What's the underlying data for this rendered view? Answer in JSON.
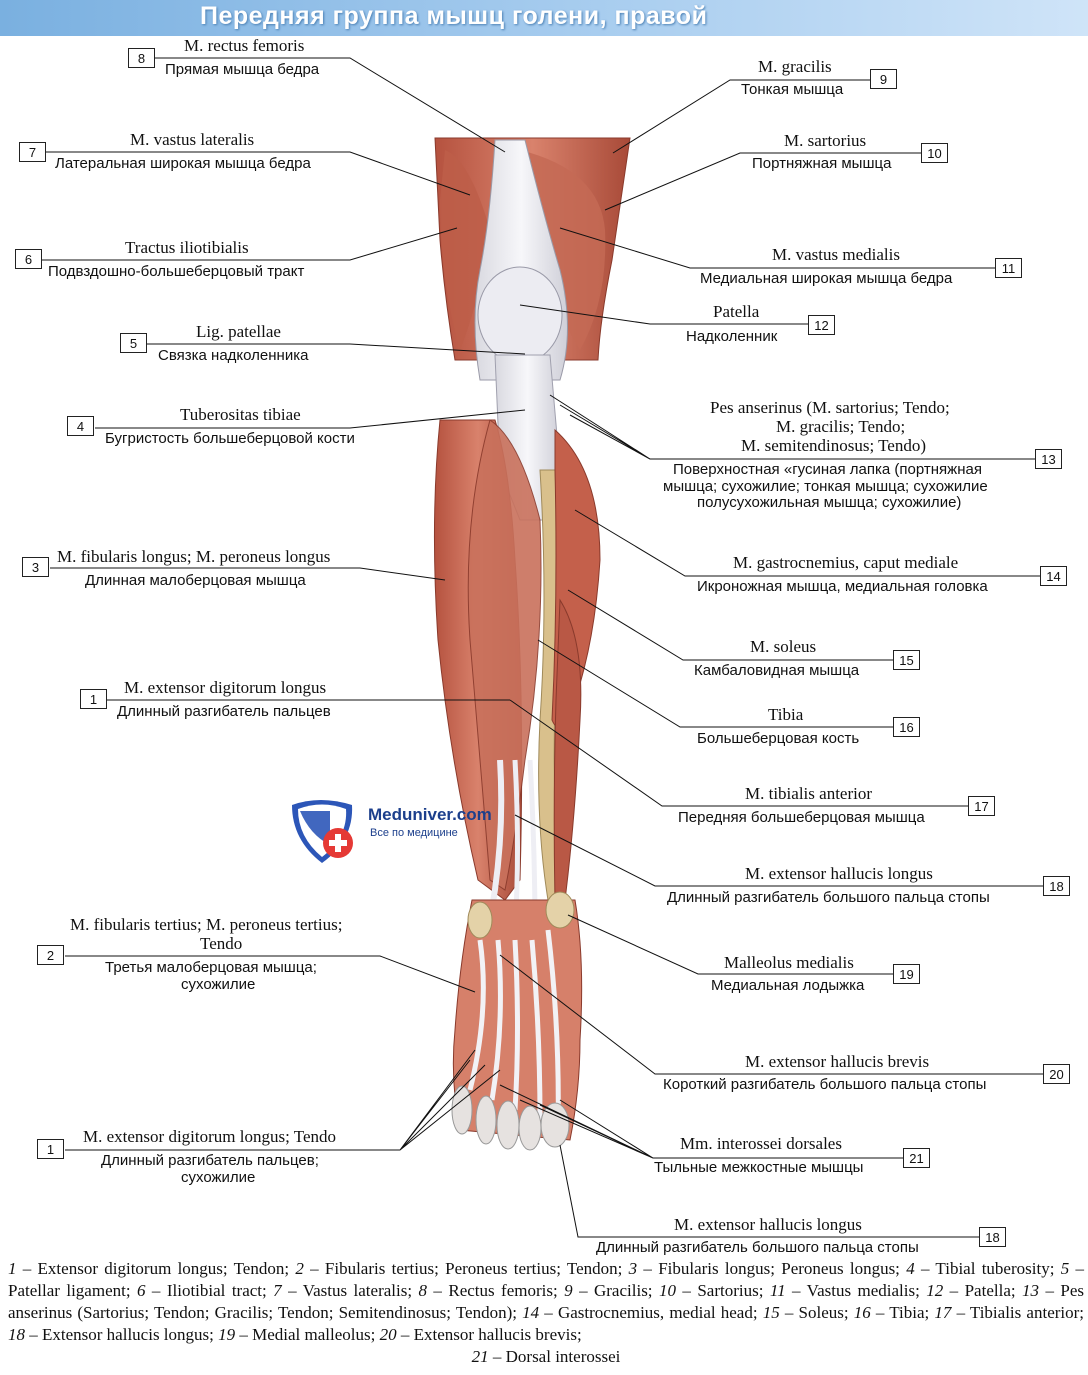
{
  "title": "Передняя группа мышц голени, правой",
  "watermark": {
    "name": "Meduniver.com",
    "tagline": "Все по медицине"
  },
  "labels": [
    {
      "num": "8",
      "latin": "M. rectus femoris",
      "russian": "Прямая мышца бедра"
    },
    {
      "num": "7",
      "latin": "M. vastus lateralis",
      "russian": "Латеральная широкая мышца бедра"
    },
    {
      "num": "6",
      "latin": "Tractus iliotibialis",
      "russian": "Подвздошно-большеберцовый тракт"
    },
    {
      "num": "5",
      "latin": "Lig. patellae",
      "russian": "Связка надколенника"
    },
    {
      "num": "4",
      "latin": "Tuberositas tibiae",
      "russian": "Бугристость большеберцовой кости"
    },
    {
      "num": "3",
      "latin": "M. fibularis longus; M. peroneus longus",
      "russian": "Длинная малоберцовая мышца"
    },
    {
      "num": "1",
      "latin": "M. extensor digitorum longus",
      "russian": "Длинный разгибатель пальцев"
    },
    {
      "num": "2",
      "latin1": "M. fibularis tertius; M. peroneus tertius;",
      "latin2": "Tendo",
      "russian1": "Третья малоберцовая мышца;",
      "russian2": "сухожилие"
    },
    {
      "num": "1",
      "latin": "M. extensor digitorum longus; Tendo",
      "russian1": "Длинный разгибатель пальцев;",
      "russian2": "сухожилие"
    },
    {
      "num": "9",
      "latin": "M. gracilis",
      "russian": "Тонкая мышца"
    },
    {
      "num": "10",
      "latin": "M. sartorius",
      "russian": "Портняжная мышца"
    },
    {
      "num": "11",
      "latin": "M. vastus medialis",
      "russian": "Медиальная широкая мышца бедра"
    },
    {
      "num": "12",
      "latin": "Patella",
      "russian": "Надколенник"
    },
    {
      "num": "13",
      "latin1": "Pes anserinus (M. sartorius; Tendo;",
      "latin2": "M. gracilis; Tendo;",
      "latin3": "M. semitendinosus; Tendo)",
      "russian1": "Поверхностная «гусиная лапка (портняжная",
      "russian2": "мышца; сухожилие; тонкая мышца; сухожилие",
      "russian3": "полусухожильная мышца; сухожилие)"
    },
    {
      "num": "14",
      "latin": "M. gastrocnemius, caput mediale",
      "russian": "Икроножная мышца, медиальная головка"
    },
    {
      "num": "15",
      "latin": "M. soleus",
      "russian": "Камбаловидная мышца"
    },
    {
      "num": "16",
      "latin": "Tibia",
      "russian": "Большеберцовая кость"
    },
    {
      "num": "17",
      "latin": "M. tibialis anterior",
      "russian": "Передняя большеберцовая мышца"
    },
    {
      "num": "18",
      "latin": "M. extensor hallucis longus",
      "russian": "Длинный разгибатель большого пальца стопы"
    },
    {
      "num": "19",
      "latin": "Malleolus medialis",
      "russian": "Медиальная лодыжка"
    },
    {
      "num": "20",
      "latin": "M. extensor hallucis brevis",
      "russian": "Короткий разгибатель большого пальца стопы"
    },
    {
      "num": "21",
      "latin": "Mm. interossei dorsales",
      "russian": "Тыльные межкостные мышцы"
    },
    {
      "num": "18",
      "latin": "M. extensor hallucis longus",
      "russian": "Длинный разгибатель большого пальца стопы"
    }
  ],
  "caption": {
    "n1": "1",
    "t1": " – Extensor digitorum longus; Tendon; ",
    "n2": "2",
    "t2": " – Fibularis tertius; Peroneus tertius; Tendon; ",
    "n3": "3",
    "t3": " – Fibularis longus; Peroneus longus; ",
    "n4": "4",
    "t4": " – Tibial tuberosity; ",
    "n5": "5",
    "t5": " – Patellar ligament; ",
    "n6": "6",
    "t6": " – Iliotibial tract; ",
    "n7": "7",
    "t7": " – Vastus lateralis; ",
    "n8": "8",
    "t8": " – Rectus femoris; ",
    "n9": "9",
    "t9": " – Gracilis; ",
    "n10": "10",
    "t10": " – Sartorius; ",
    "n11": "11",
    "t11": " – Vastus medialis; ",
    "n12": "12",
    "t12": " – Patella; ",
    "n13": "13",
    "t13": " – Pes anserinus (Sartorius; Tendon; Gracilis; Tendon; Semitendinosus; Tendon); ",
    "n14": "14",
    "t14": " – Gastrocnemius, medial head; ",
    "n15": "15",
    "t15": " – Soleus; ",
    "n16": "16",
    "t16": " – Tibia; ",
    "n17": "17",
    "t17": " – Tibialis anterior; ",
    "n18": "18",
    "t18": " – Extensor hallucis longus; ",
    "n19": "19",
    "t19": " – Medial malleolus; ",
    "n20": "20",
    "t20": " – Extensor hallucis brevis;",
    "n21": "21",
    "t21": " – Dorsal interossei"
  }
}
